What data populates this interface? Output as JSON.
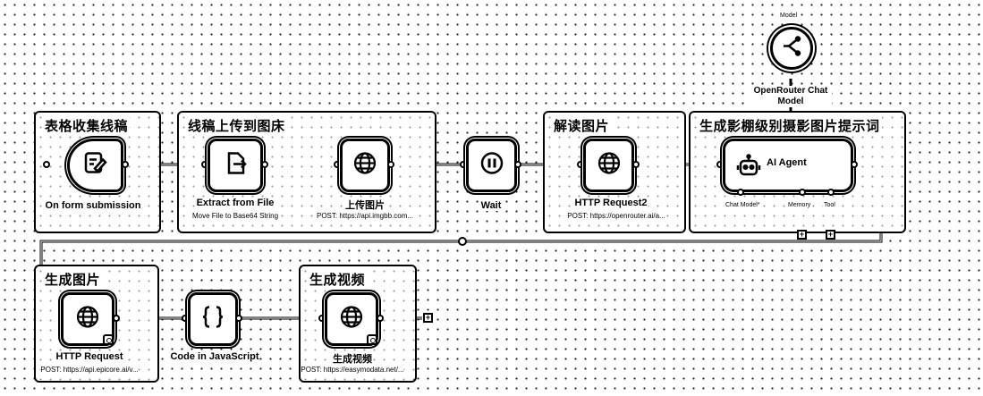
{
  "groups": {
    "form": "表格收集线稿",
    "upload": "线稿上传到图床",
    "read": "解读图片",
    "prompt": "生成影棚级别摄影图片提示词",
    "image": "生成图片",
    "video": "生成视频"
  },
  "nodes": {
    "trigger": {
      "label": "On form submission",
      "icon": "form-edit-icon"
    },
    "extract": {
      "label": "Extract from File",
      "sub": "Move File to Base64 String",
      "icon": "file-export-icon"
    },
    "upload": {
      "label": "上传图片",
      "sub": "POST: https://api.imgbb.com...",
      "icon": "globe-icon"
    },
    "wait": {
      "label": "Wait",
      "icon": "pause-icon"
    },
    "http2": {
      "label": "HTTP Request2",
      "sub": "POST: https://openrouter.ai/a...",
      "icon": "globe-icon"
    },
    "agent": {
      "label": "AI Agent",
      "icon": "robot-icon"
    },
    "openrouter": {
      "label": "OpenRouter Chat Model",
      "tag": "Model",
      "icon": "openrouter-icon"
    },
    "http": {
      "label": "HTTP Request",
      "sub": "POST: https://api.epicore.ai/v...",
      "icon": "globe-icon"
    },
    "code": {
      "label": "Code in JavaScript",
      "icon": "code-braces-icon"
    },
    "video": {
      "label": "生成视频",
      "sub": "POST: https://easymodata.net/...",
      "icon": "globe-icon"
    }
  },
  "agent_ports": {
    "chat_model": "Chat Model*",
    "memory": "Memory",
    "tool": "Tool"
  },
  "colors": {
    "line": "#000000",
    "background": "#ffffff"
  }
}
